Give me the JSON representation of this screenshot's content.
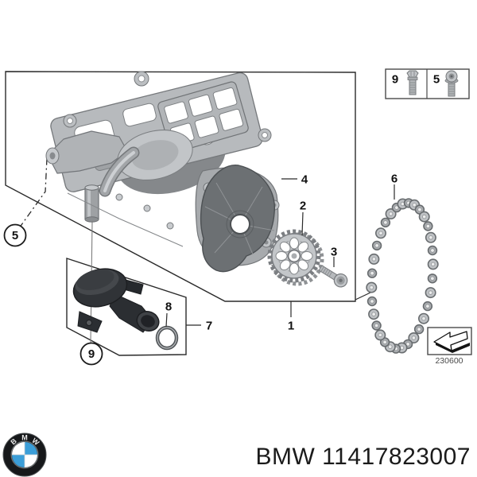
{
  "callouts": {
    "n1": "1",
    "n2": "2",
    "n3": "3",
    "n4": "4",
    "n5": "5",
    "n6": "6",
    "n7": "7",
    "n8": "8",
    "n9": "9"
  },
  "fastener_box": {
    "cells": [
      {
        "label": "9"
      },
      {
        "label": "5"
      }
    ]
  },
  "view_ref": {
    "code": "230600"
  },
  "footer": {
    "brand_text": "BMW 11417823007"
  },
  "logo": {
    "letters": [
      "B",
      "M",
      "W"
    ],
    "blue": "#3b9ed8",
    "rim": "#16181a"
  }
}
